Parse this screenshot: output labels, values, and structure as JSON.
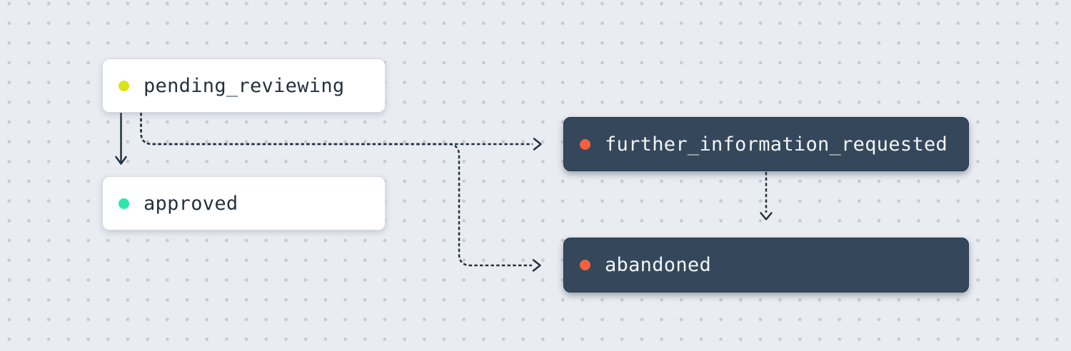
{
  "diagram": {
    "type": "state-workflow",
    "nodes": [
      {
        "id": "pending_reviewing",
        "label": "pending_reviewing",
        "theme": "light",
        "dot_color": "#d9e411"
      },
      {
        "id": "approved",
        "label": "approved",
        "theme": "light",
        "dot_color": "#2ee4ab"
      },
      {
        "id": "further_information_requested",
        "label": "further_information_requested",
        "theme": "dark",
        "dot_color": "#f2603e"
      },
      {
        "id": "abandoned",
        "label": "abandoned",
        "theme": "dark",
        "dot_color": "#f2603e"
      }
    ],
    "edges": [
      {
        "from": "pending_reviewing",
        "to": "approved",
        "style": "solid"
      },
      {
        "from": "pending_reviewing",
        "to": "further_information_requested",
        "style": "dashed"
      },
      {
        "from": "pending_reviewing",
        "to": "abandoned",
        "style": "dashed"
      },
      {
        "from": "further_information_requested",
        "to": "abandoned",
        "style": "dashed"
      }
    ],
    "colors": {
      "background": "#e9ecf1",
      "grid_dot": "#c6cbd5",
      "edge": "#243240",
      "node_light_bg": "#ffffff",
      "node_light_text": "#25313d",
      "node_dark_bg": "#35485b",
      "node_dark_text": "#f2f5f7",
      "dot_pending": "#d9e411",
      "dot_approved": "#2ee4ab",
      "dot_negative": "#f2603e"
    }
  }
}
